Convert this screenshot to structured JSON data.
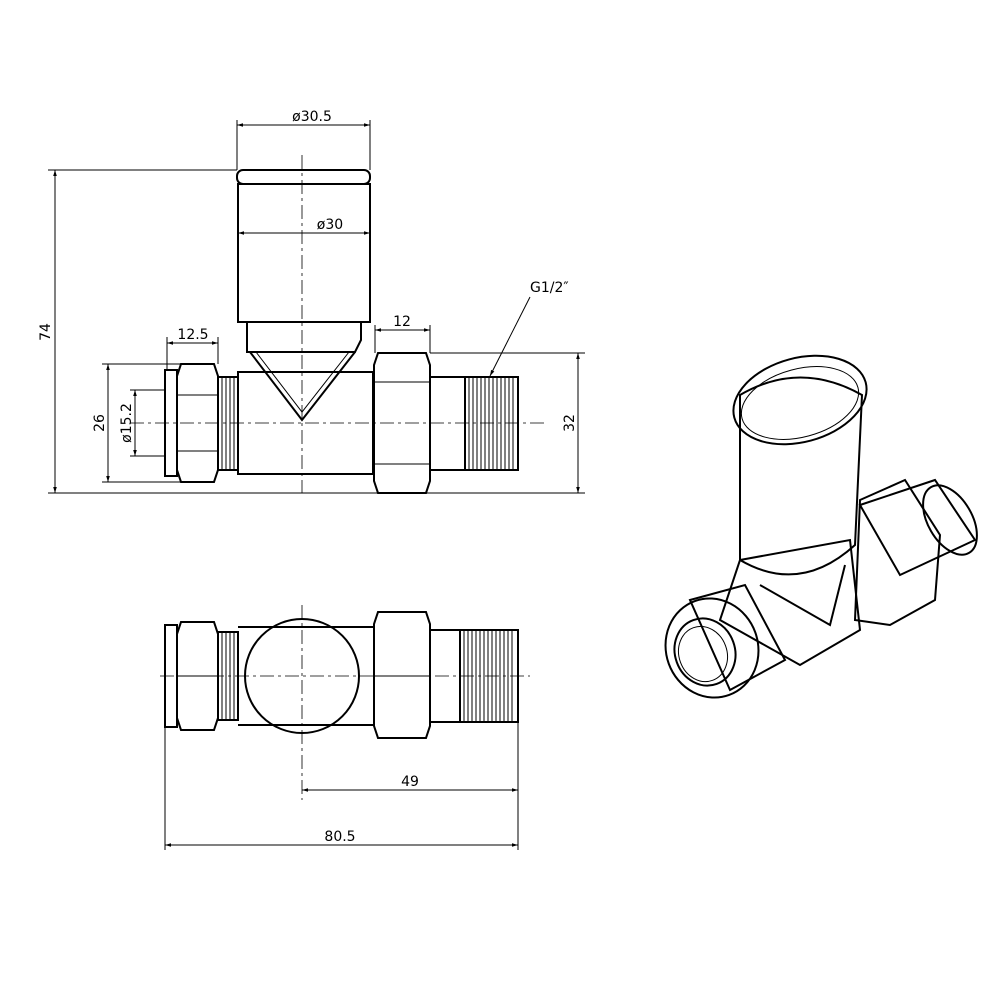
{
  "dimensions": {
    "cap_diameter": "ø30.5",
    "body_diameter": "ø30",
    "thread": "G1/2″",
    "total_height": "74",
    "left_nut_width": "12.5",
    "right_nut_width": "12",
    "left_height": "26",
    "bore_diameter": "ø15.2",
    "right_height": "32",
    "center_to_end": "49",
    "total_length": "80.5"
  }
}
